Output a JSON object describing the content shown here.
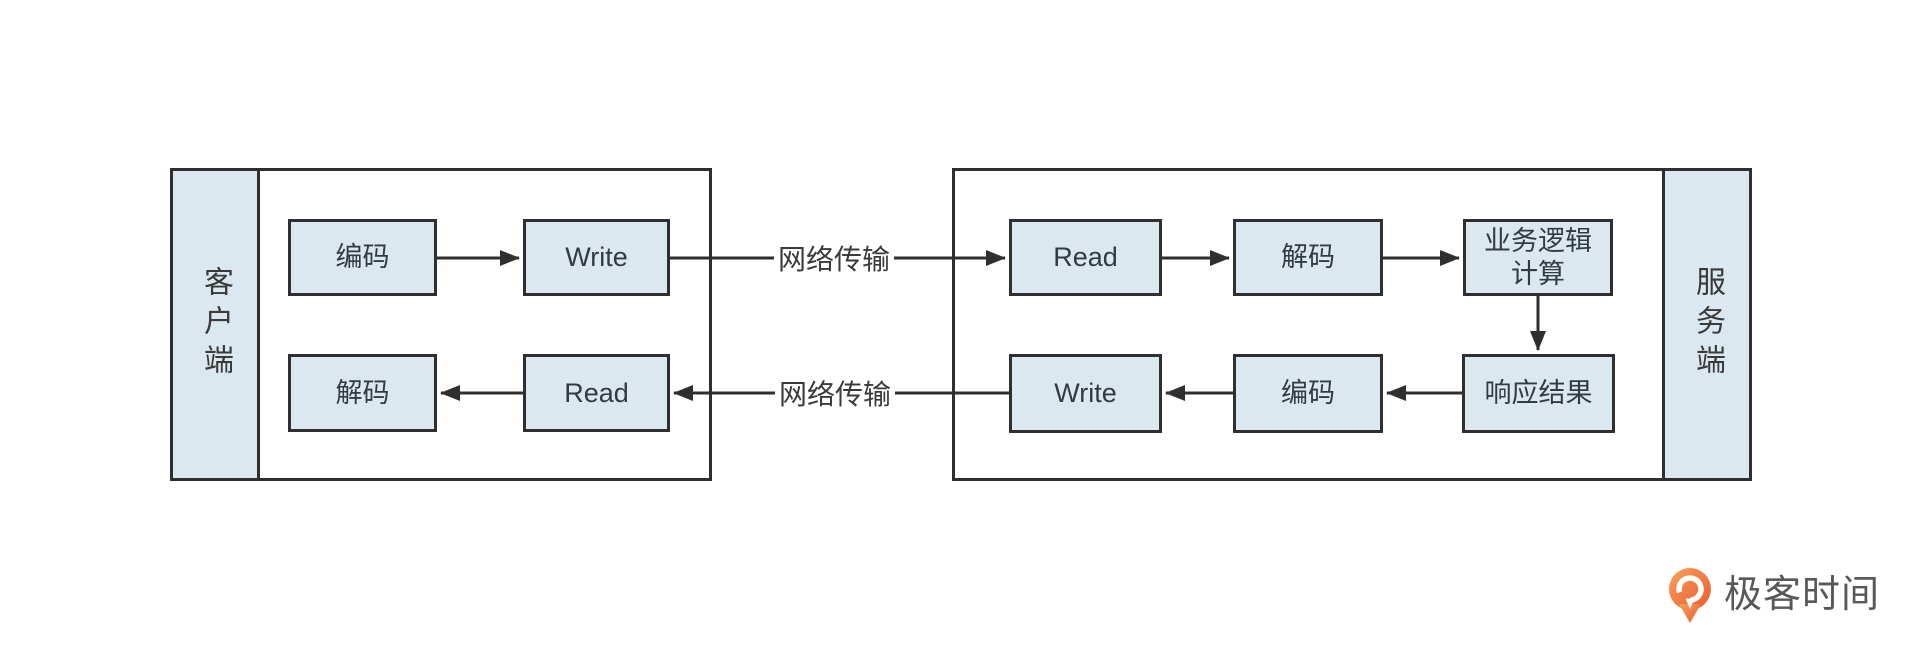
{
  "diagram": {
    "client": {
      "label": "客户端",
      "boxes": {
        "encode": "编码",
        "write": "Write",
        "decode": "解码",
        "read": "Read"
      }
    },
    "server": {
      "label": "服务端",
      "boxes": {
        "read": "Read",
        "decode": "解码",
        "logic_line1": "业务逻辑",
        "logic_line2": "计算",
        "result": "响应结果",
        "encode": "编码",
        "write": "Write"
      }
    },
    "links": {
      "top_label": "网络传输",
      "bottom_label": "网络传输"
    },
    "colors": {
      "box_fill": "#dbe8f0",
      "box_border": "#2f2f2f",
      "arrow": "#2f2f2f",
      "text": "#3a3a3a",
      "logo_orange_light": "#f9a15b",
      "logo_orange_dark": "#ea5a2d",
      "logo_text_color": "#595757"
    }
  },
  "logo": {
    "text": "极客时间"
  }
}
